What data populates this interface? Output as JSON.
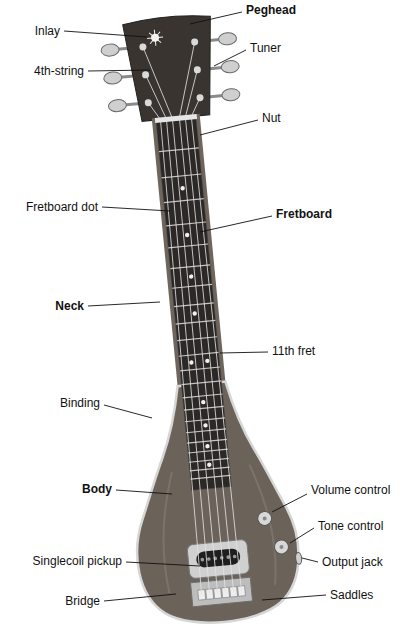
{
  "diagram": {
    "labels": [
      "Peghead",
      "Inlay",
      "Tuner",
      "4th-string",
      "Nut",
      "Fretboard dot",
      "Fretboard",
      "Neck",
      "11th fret",
      "Binding",
      "Body",
      "Volume control",
      "Tone control",
      "Singlecoil pickup",
      "Output jack",
      "Bridge",
      "Saddles"
    ]
  }
}
